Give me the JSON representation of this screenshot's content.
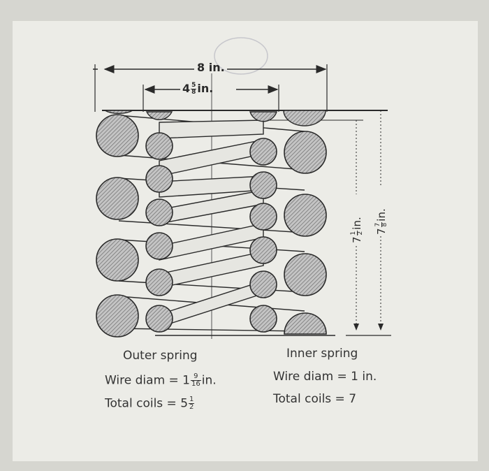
{
  "dimensions": {
    "outer_width": {
      "whole": "8",
      "unit": "in."
    },
    "inner_width": {
      "whole": "4",
      "num": "5",
      "den": "8",
      "unit": "in."
    },
    "height_inner": {
      "whole": "7",
      "num": "1",
      "den": "2",
      "unit": "in."
    },
    "height_outer": {
      "whole": "7",
      "num": "7",
      "den": "8",
      "unit": "in."
    }
  },
  "outer_spring": {
    "title": "Outer spring",
    "wire_label": "Wire diam = 1",
    "wire_num": "9",
    "wire_den": "16",
    "wire_unit": "in.",
    "coils_label": "Total coils = 5",
    "coils_num": "1",
    "coils_den": "2"
  },
  "inner_spring": {
    "title": "Inner spring",
    "wire_label": "Wire diam = 1 in.",
    "coils_label": "Total coils = 7"
  },
  "colors": {
    "paper": "#e9e9e4",
    "ink": "#2a2a2a",
    "coil_fill": "#b9b9b9"
  }
}
